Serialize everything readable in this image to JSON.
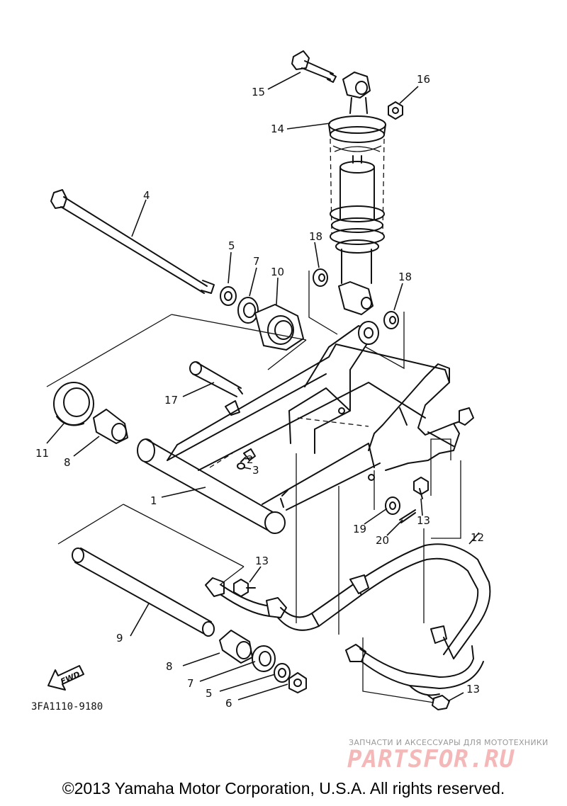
{
  "callouts": {
    "c1": "1",
    "c2": "2",
    "c3": "3",
    "c4": "4",
    "c5a": "5",
    "c5b": "5",
    "c6": "6",
    "c7a": "7",
    "c7b": "7",
    "c8a": "8",
    "c8b": "8",
    "c9": "9",
    "c10": "10",
    "c11": "11",
    "c12": "12",
    "c13a": "13",
    "c13b": "13",
    "c13c": "13",
    "c14": "14",
    "c15": "15",
    "c16": "16",
    "c17": "17",
    "c18a": "18",
    "c18b": "18",
    "c19": "19",
    "c20": "20"
  },
  "fwd_label": "FWD",
  "diagram_code": "3FA1110-9180",
  "watermark": {
    "tagline": "ЗАПЧАСТИ И АКСЕССУАРЫ ДЛЯ МОТОТЕХНИКИ",
    "logo": "PARTSFOR.RU"
  },
  "copyright": "©2013 Yamaha Motor Corporation, U.S.A. All rights reserved."
}
